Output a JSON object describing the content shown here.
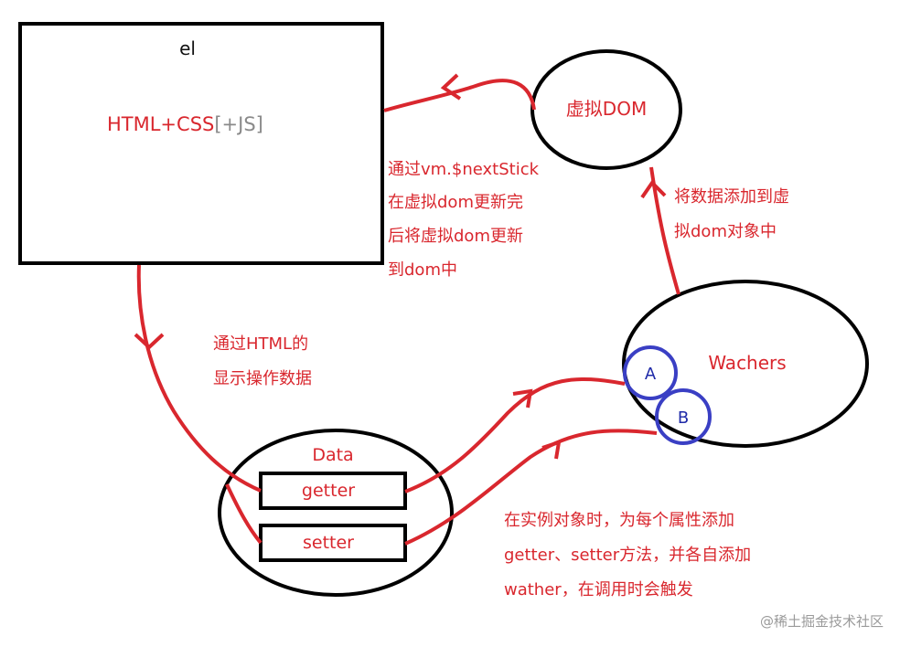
{
  "colors": {
    "outline": "#000000",
    "arrow": "#d9272e",
    "label_red": "#d9272e",
    "watcher_circle": "#3a3fc4",
    "muted": "#8a8a8a"
  },
  "el_box": {
    "title": "el",
    "content_main": "HTML+CSS",
    "content_opt": "[+JS]"
  },
  "virtual_dom": {
    "label": "虚拟DOM"
  },
  "watchers": {
    "label": "Wachers",
    "items": [
      "A",
      "B"
    ]
  },
  "data_node": {
    "label": "Data",
    "getter": "getter",
    "setter": "setter"
  },
  "annotations": {
    "next_tick": [
      "通过vm.$nextStick",
      "在虚拟dom更新完",
      "后将虚拟dom更新",
      "到dom中"
    ],
    "add_to_vdom": [
      "将数据添加到虚",
      "拟dom对象中"
    ],
    "html_display": [
      "通过HTML的",
      "显示操作数据"
    ],
    "instance_note": [
      "在实例对象时，为每个属性添加",
      "getter、setter方法，并各自添加",
      "wather，在调用时会触发"
    ]
  },
  "watermark": "@稀土掘金技术社区"
}
